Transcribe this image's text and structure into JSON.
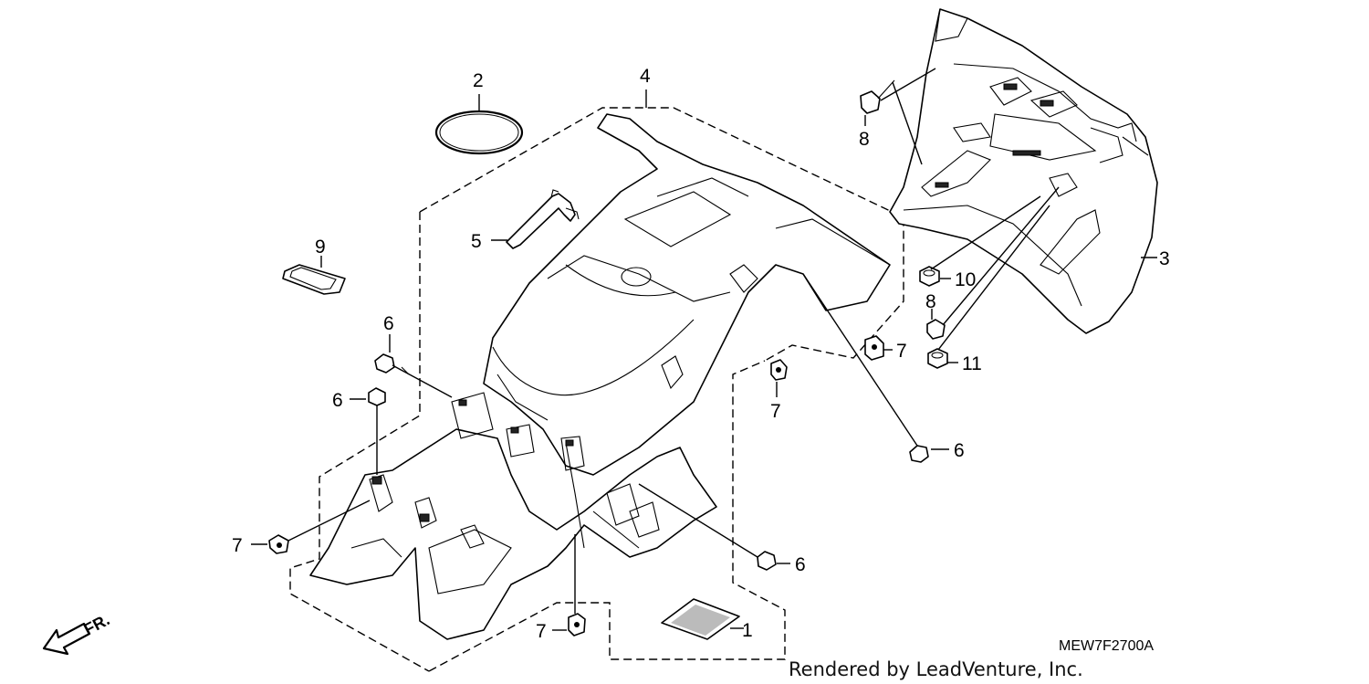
{
  "diagram": {
    "callouts": {
      "c1": "1",
      "c2": "2",
      "c3": "3",
      "c4": "4",
      "c5": "5",
      "c6a": "6",
      "c6b": "6",
      "c6c": "6",
      "c6d": "6",
      "c7a": "7",
      "c7b": "7",
      "c7c": "7",
      "c7d": "7",
      "c8a": "8",
      "c8b": "8",
      "c9": "9",
      "c10": "10",
      "c11": "11"
    },
    "front_indicator": "FR.",
    "diagram_code": "MEW7F2700A",
    "credit": "Rendered by LeadVenture, Inc."
  }
}
